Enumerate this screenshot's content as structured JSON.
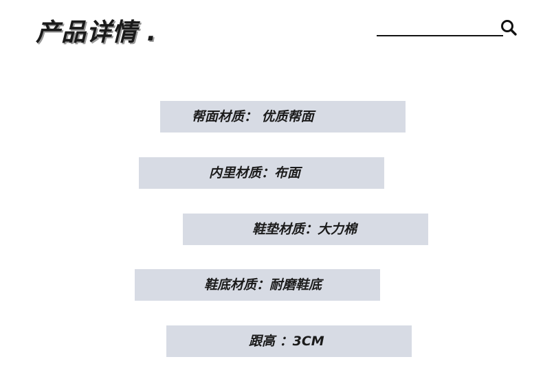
{
  "header": {
    "title": "产品详情 .",
    "search_icon": "search-icon"
  },
  "specs": [
    {
      "text": "帮面材质： 优质帮面"
    },
    {
      "text": "内里材质：布面"
    },
    {
      "text": "鞋垫材质：大力棉"
    },
    {
      "text": "鞋底材质：耐磨鞋底"
    },
    {
      "text": "跟高 ：3CM"
    }
  ],
  "colors": {
    "bar": "#d7dbe4",
    "text": "#1b1b1b"
  }
}
